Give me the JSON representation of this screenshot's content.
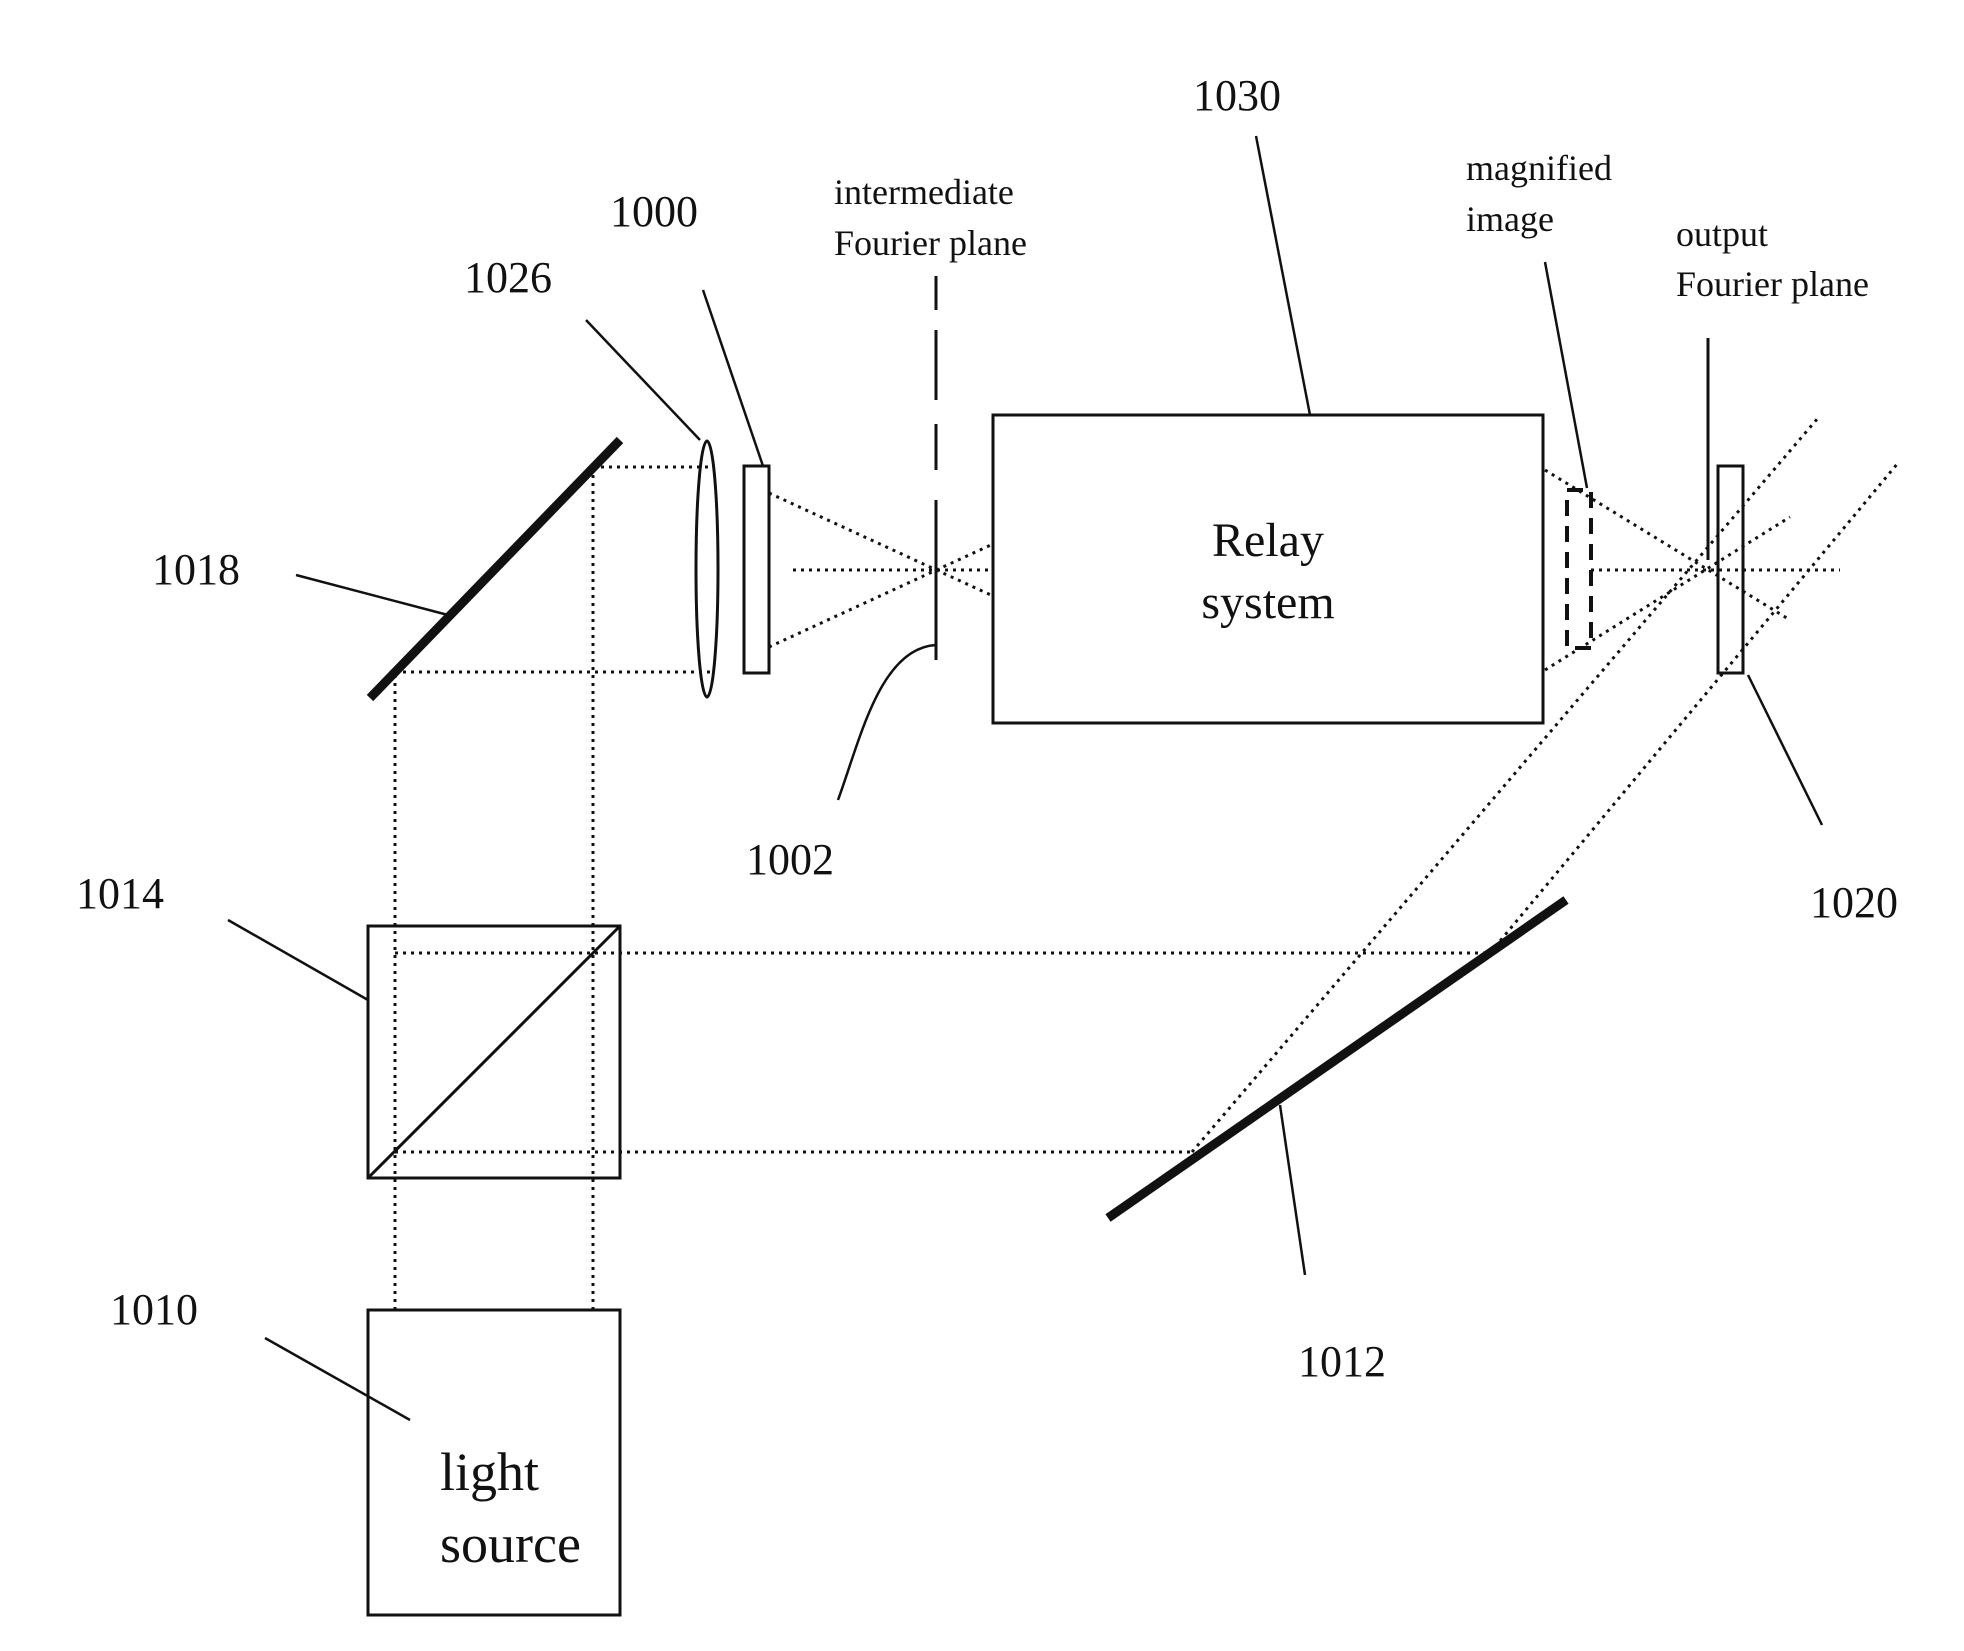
{
  "labels": {
    "ref_1000": "1000",
    "ref_1002": "1002",
    "ref_1010": "1010",
    "ref_1012": "1012",
    "ref_1014": "1014",
    "ref_1018": "1018",
    "ref_1020": "1020",
    "ref_1026": "1026",
    "ref_1030": "1030",
    "intermediate_fourier_plane": [
      "intermediate",
      "Fourier plane"
    ],
    "magnified_image": [
      "magnified",
      "image"
    ],
    "output_fourier_plane": [
      "output",
      "Fourier plane"
    ],
    "relay_system": [
      "Relay",
      "system"
    ],
    "light_source": [
      "light",
      "source"
    ]
  }
}
